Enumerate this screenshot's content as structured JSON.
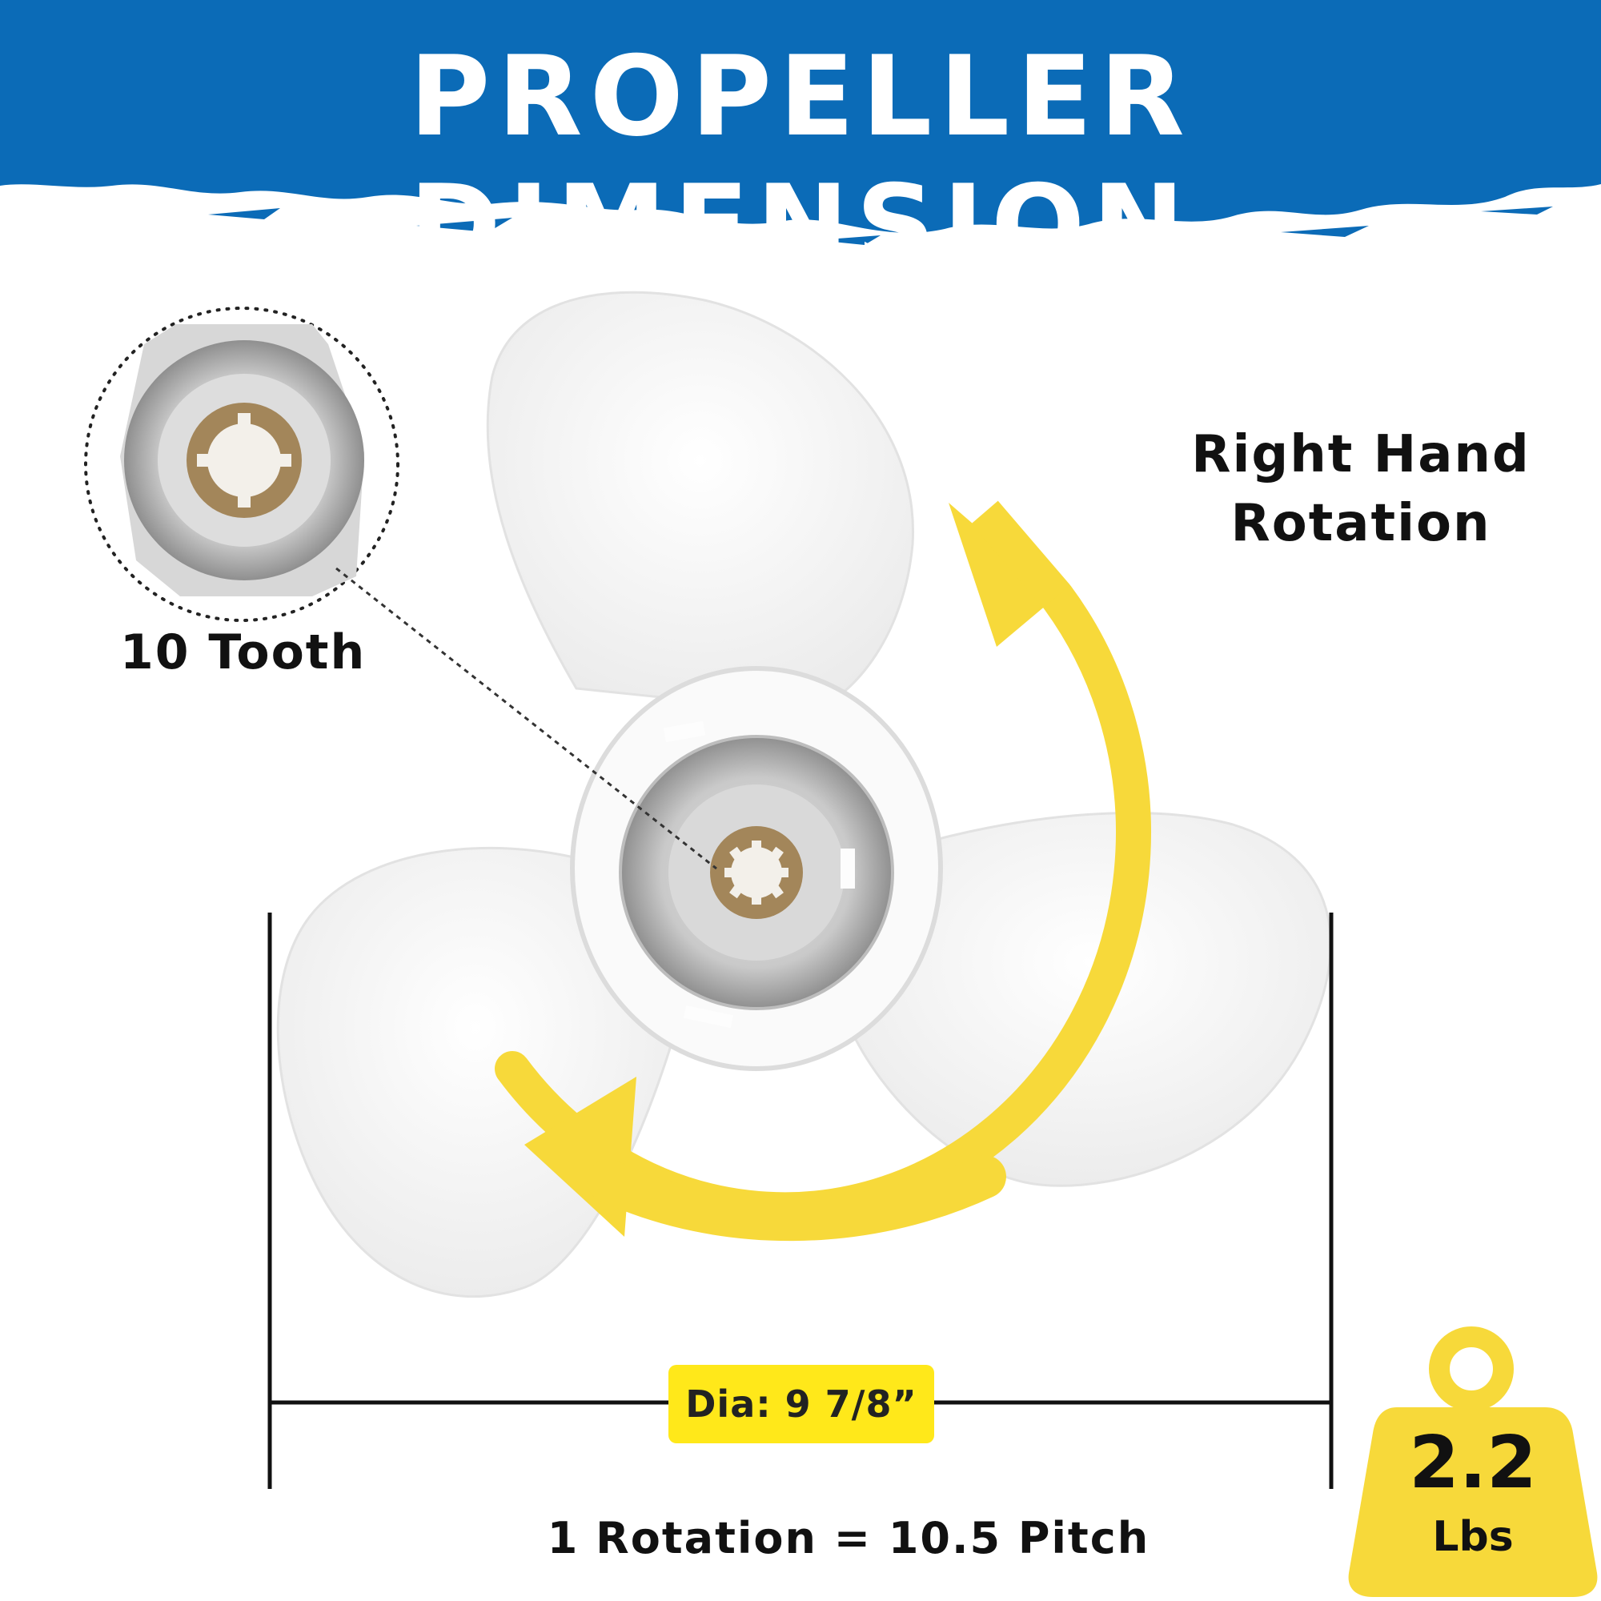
{
  "header": {
    "title": "PROPELLER DIMENSION",
    "band_color": "#0b6bb7"
  },
  "rotation_label": {
    "line1": "Right Hand",
    "line2": "Rotation"
  },
  "spline_label": "10 Tooth",
  "diameter_label": "Dia: 9 7/8”",
  "pitch_label": "1 Rotation = 10.5 Pitch",
  "weight": {
    "value": "2.2",
    "unit": "Lbs"
  },
  "colors": {
    "accent": "#ffe81a",
    "arrow": "#f7d93a",
    "text": "#111111"
  },
  "icons": {
    "weight": "weight-icon",
    "rotation": "rotation-arrow-icon"
  }
}
